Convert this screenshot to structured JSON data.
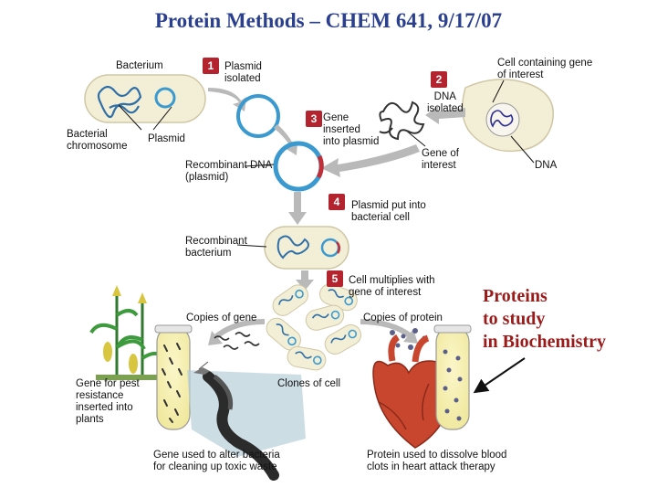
{
  "title": "Protein Methods – CHEM 641, 9/17/07",
  "steps": {
    "s1": "1",
    "s2": "2",
    "s3": "3",
    "s4": "4",
    "s5": "5"
  },
  "labels": {
    "bacterium": "Bacterium",
    "plasmid_isolated": "Plasmid\nisolated",
    "cell_containing_gene": "Cell containing gene\nof interest",
    "dna_isolated": "DNA\nisolated",
    "bacterial_chromosome": "Bacterial\nchromosome",
    "plasmid": "Plasmid",
    "gene_inserted": "Gene\ninserted\ninto plasmid",
    "gene_of_interest": "Gene of\ninterest",
    "dna": "DNA",
    "recombinant_dna": "Recombinant DNA\n(plasmid)",
    "plasmid_put_into": "Plasmid put into\nbacterial cell",
    "recombinant_bacterium": "Recombinant\nbacterium",
    "cell_multiplies": "Cell multiplies with\ngene of interest",
    "copies_of_gene": "Copies of gene",
    "copies_of_protein": "Copies of protein",
    "gene_for_pest": "Gene for pest\nresistance\ninserted into\nplants",
    "clones_of_cell": "Clones of cell",
    "gene_toxic_waste": "Gene used to alter bacteria\nfor cleaning up toxic waste",
    "protein_dissolve": "Protein used to dissolve blood\nclots in heart attack therapy"
  },
  "side_note": "Proteins\nto study\nin Biochemistry",
  "colors": {
    "title": "#2b3f8f",
    "step_badge": "#b3242e",
    "cell_fill": "#f3eed6",
    "plasmid": "#3a9ad0",
    "chromosome": "#2f6fa8",
    "arrow_gray": "#b9b9b9",
    "side_note": "#9b1b1b",
    "heart": "#c9462e"
  },
  "icons": [
    "bacterium-cell",
    "plasmid-ring",
    "animal-cell",
    "dna-strand",
    "test-tube",
    "corn-plant",
    "heart",
    "toxic-waste-stream"
  ]
}
